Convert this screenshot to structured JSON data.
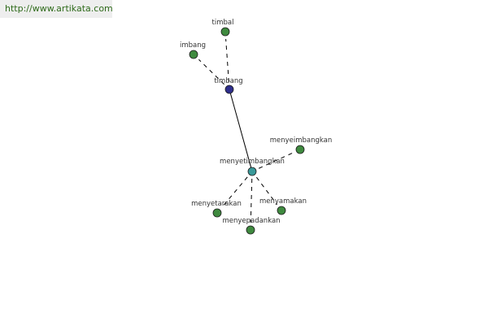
{
  "watermark": {
    "text": "http://www.artikata.com"
  },
  "colors": {
    "root": "#2e2e8c",
    "hub": "#3a9a9a",
    "leaf": "#3f8a3f",
    "node_stroke": "#1e1e1e",
    "edge": "#000000"
  },
  "graph": {
    "nodes": [
      {
        "id": "timbang",
        "label": "timbang",
        "kind": "root"
      },
      {
        "id": "timbal",
        "label": "timbal",
        "kind": "leaf"
      },
      {
        "id": "imbang",
        "label": "imbang",
        "kind": "leaf"
      },
      {
        "id": "menyetimbangkan",
        "label": "menyetimbangkan",
        "kind": "hub"
      },
      {
        "id": "menyeimbangkan",
        "label": "menyeimbangkan",
        "kind": "leaf"
      },
      {
        "id": "menyetarakan",
        "label": "menyetarakan",
        "kind": "leaf"
      },
      {
        "id": "menyamakan",
        "label": "menyamakan",
        "kind": "leaf"
      },
      {
        "id": "menyepadankan",
        "label": "menyepadankan",
        "kind": "leaf"
      }
    ],
    "edges": [
      {
        "from": "timbang",
        "to": "timbal",
        "style": "dashed"
      },
      {
        "from": "timbang",
        "to": "imbang",
        "style": "dashed"
      },
      {
        "from": "timbang",
        "to": "menyetimbangkan",
        "style": "solid"
      },
      {
        "from": "menyetimbangkan",
        "to": "menyeimbangkan",
        "style": "dashed"
      },
      {
        "from": "menyetimbangkan",
        "to": "menyetarakan",
        "style": "dashed"
      },
      {
        "from": "menyetimbangkan",
        "to": "menyamakan",
        "style": "dashed"
      },
      {
        "from": "menyetimbangkan",
        "to": "menyepadankan",
        "style": "dashed"
      }
    ]
  }
}
